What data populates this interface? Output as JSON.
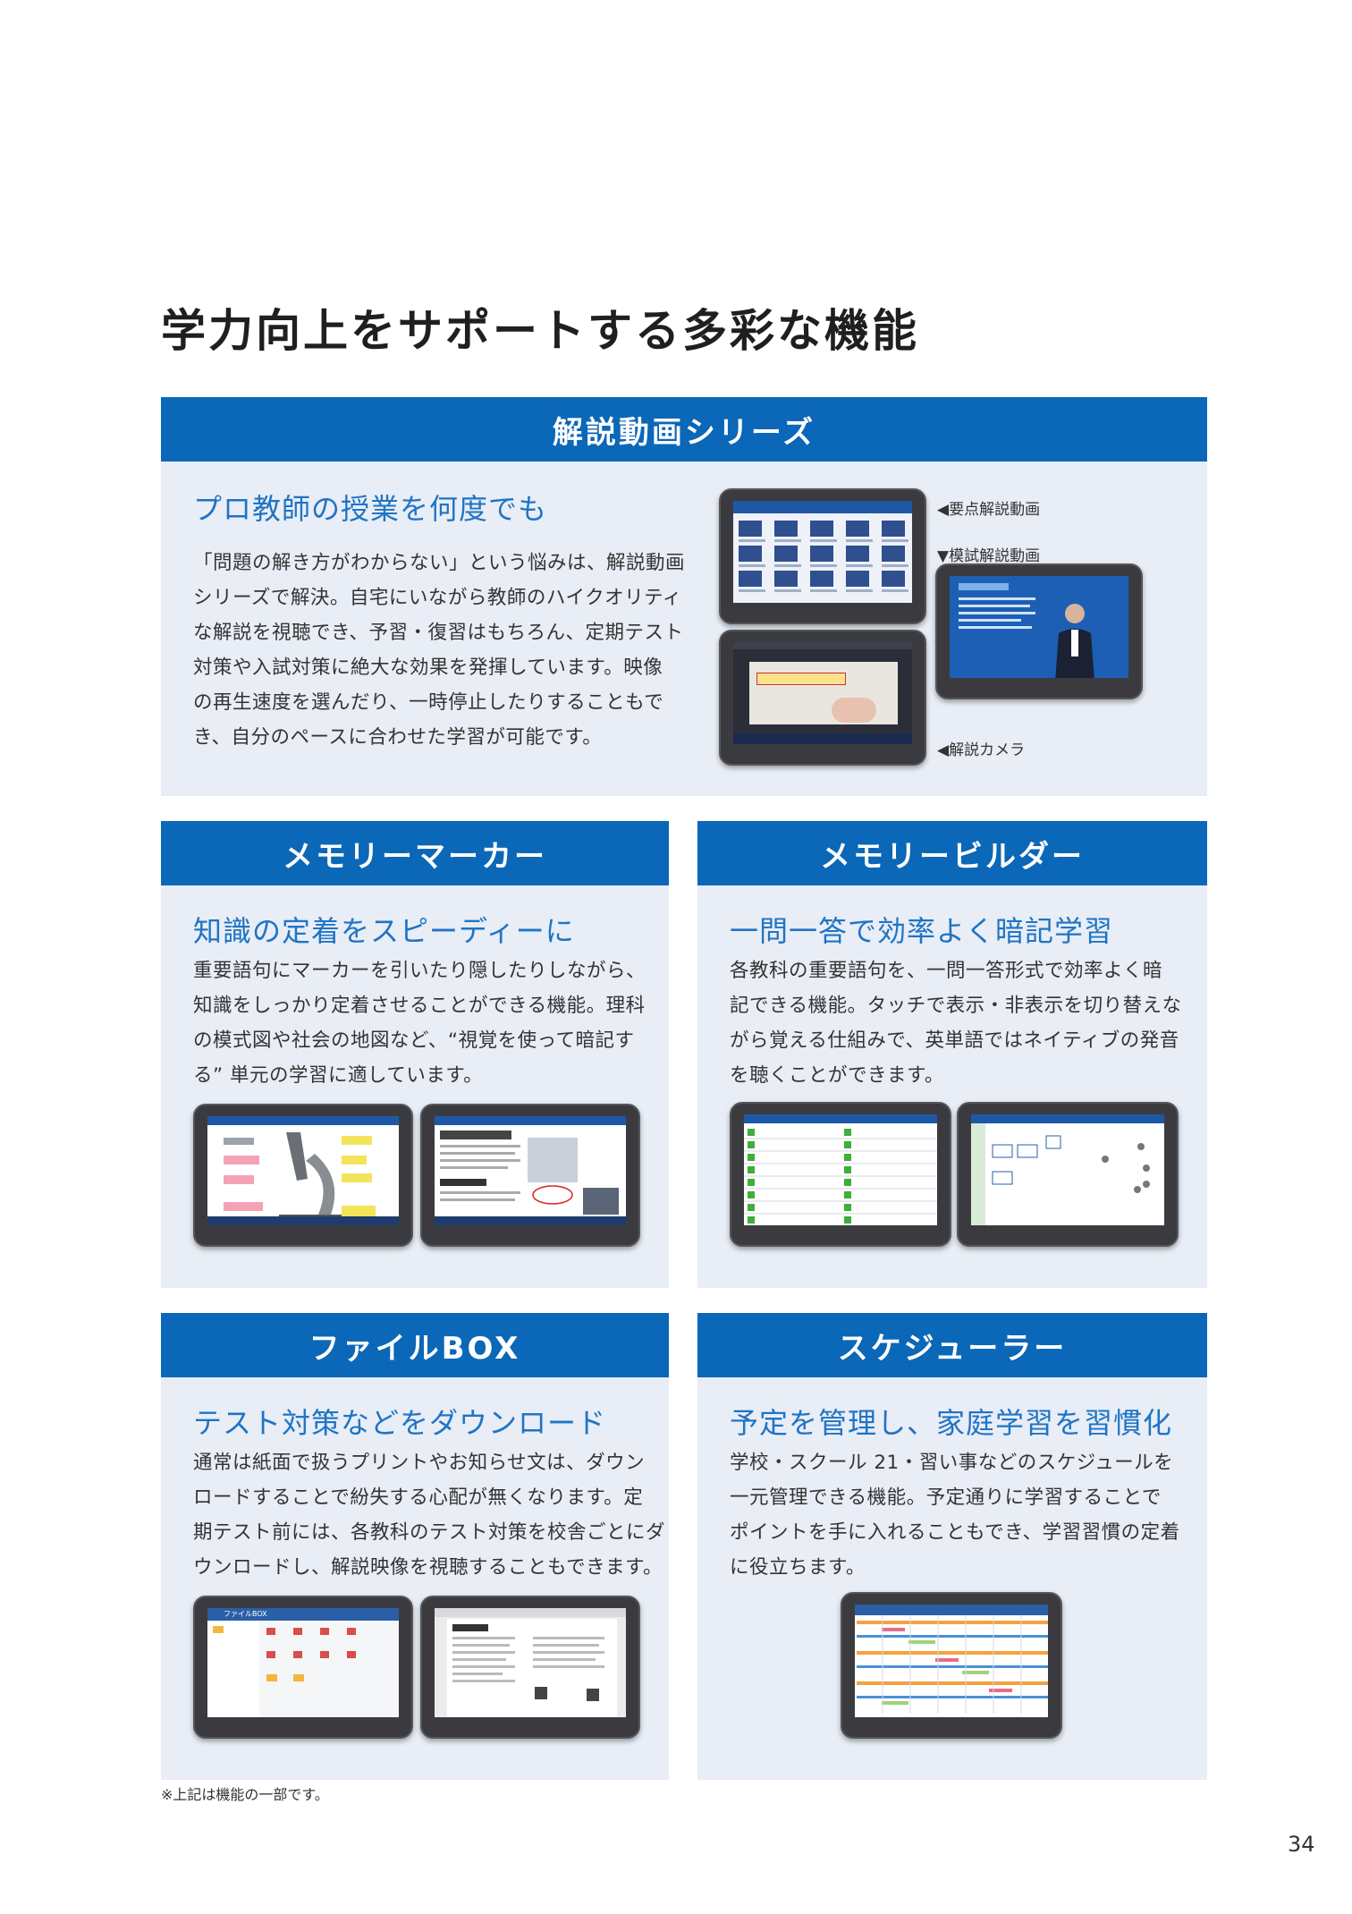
{
  "page_title": "学力向上をサポートする多彩な機能",
  "sections": {
    "video": {
      "header": "解説動画シリーズ",
      "subtitle": "プロ教師の授業を何度でも",
      "body": [
        "「問題の解き方がわからない」という悩みは、解説動画",
        "シリーズで解決。自宅にいながら教師のハイクオリティ",
        "な解説を視聴でき、予習・復習はもちろん、定期テスト",
        "対策や入試対策に絶大な効果を発揮しています。映像",
        "の再生速度を選んだり、一時停止したりすることもで",
        "き、自分のペースに合わせた学習が可能です。"
      ],
      "captions": {
        "point": "◀要点解説動画",
        "mock": "▼模試解説動画",
        "camera": "◀解説カメラ"
      }
    },
    "marker": {
      "header": "メモリーマーカー",
      "subtitle": "知識の定着をスピーディーに",
      "body": [
        "重要語句にマーカーを引いたり隠したりしながら、",
        "知識をしっかり定着させることができる機能。理科",
        "の模式図や社会の地図など、“視覚を使って暗記す",
        "る” 単元の学習に適しています。"
      ]
    },
    "builder": {
      "header": "メモリービルダー",
      "subtitle": "一問一答で効率よく暗記学習",
      "body": [
        "各教科の重要語句を、一問一答形式で効率よく暗",
        "記できる機能。タッチで表示・非表示を切り替えな",
        "がら覚える仕組みで、英単語ではネイティブの発音",
        "を聴くことができます。"
      ]
    },
    "filebox": {
      "header": "ファイルBOX",
      "subtitle": "テスト対策などをダウンロード",
      "body": [
        "通常は紙面で扱うプリントやお知らせ文は、ダウン",
        "ロードすることで紛失する心配が無くなります。定",
        "期テスト前には、各教科のテスト対策を校舎ごとにダ",
        "ウンロードし、解説映像を視聴することもできます。"
      ],
      "screen_title": "ファイルBOX"
    },
    "scheduler": {
      "header": "スケジューラー",
      "subtitle": "予定を管理し、家庭学習を習慣化",
      "body": [
        "学校・スクール 21・習い事などのスケジュールを",
        "一元管理できる機能。予定通りに学習することで",
        "ポイントを手に入れることもでき、学習習慣の定着",
        "に役立ちます。"
      ]
    }
  },
  "footnote": "※上記は機能の一部です。",
  "page_number": "34",
  "colors": {
    "header_blue": "#0b67b7",
    "subtitle_blue": "#1f74c4",
    "panel_bg": "#e8edf6"
  }
}
